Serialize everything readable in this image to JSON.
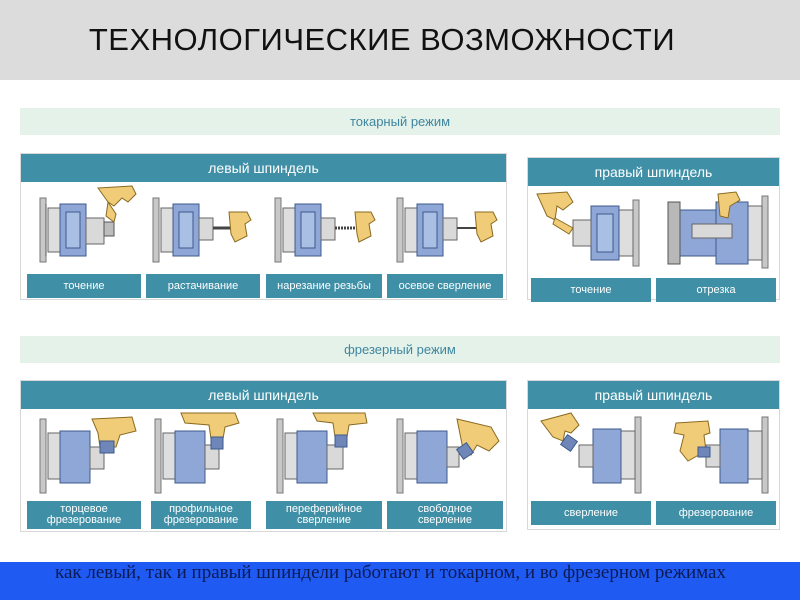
{
  "title": "ТЕХНОЛОГИЧЕСКИЕ ВОЗМОЖНОСТИ",
  "turning": {
    "mode_label": "токарный режим",
    "left": {
      "header": "левый шпиндель",
      "ops": [
        "точение",
        "растачивание",
        "нарезание резьбы",
        "осевое сверление"
      ]
    },
    "right": {
      "header": "правый шпиндель",
      "ops": [
        "точение",
        "отрезка"
      ]
    }
  },
  "milling": {
    "mode_label": "фрезерный режим",
    "left": {
      "header": "левый шпиндель",
      "ops": [
        {
          "line1": "торцевое",
          "line2": "фрезерование"
        },
        {
          "line1": "профильное",
          "line2": "фрезерование"
        },
        {
          "line1": "переферийное",
          "line2": "сверление"
        },
        {
          "line1": "свободное",
          "line2": "сверление"
        }
      ]
    },
    "right": {
      "header": "правый шпиндель",
      "ops": [
        "сверление",
        "фрезерование"
      ]
    }
  },
  "footer_text": "как левый, так и правый шпиндели работают и токарном, и во фрезерном режимах",
  "colors": {
    "header_bg": "#3f8fa6",
    "mode_bar_bg": "#e4f2e9",
    "mode_text": "#3f86a0",
    "footer_bg": "#1f5bf2",
    "tool_holder": "#f0cc78",
    "chuck": "#8fa7d6"
  }
}
